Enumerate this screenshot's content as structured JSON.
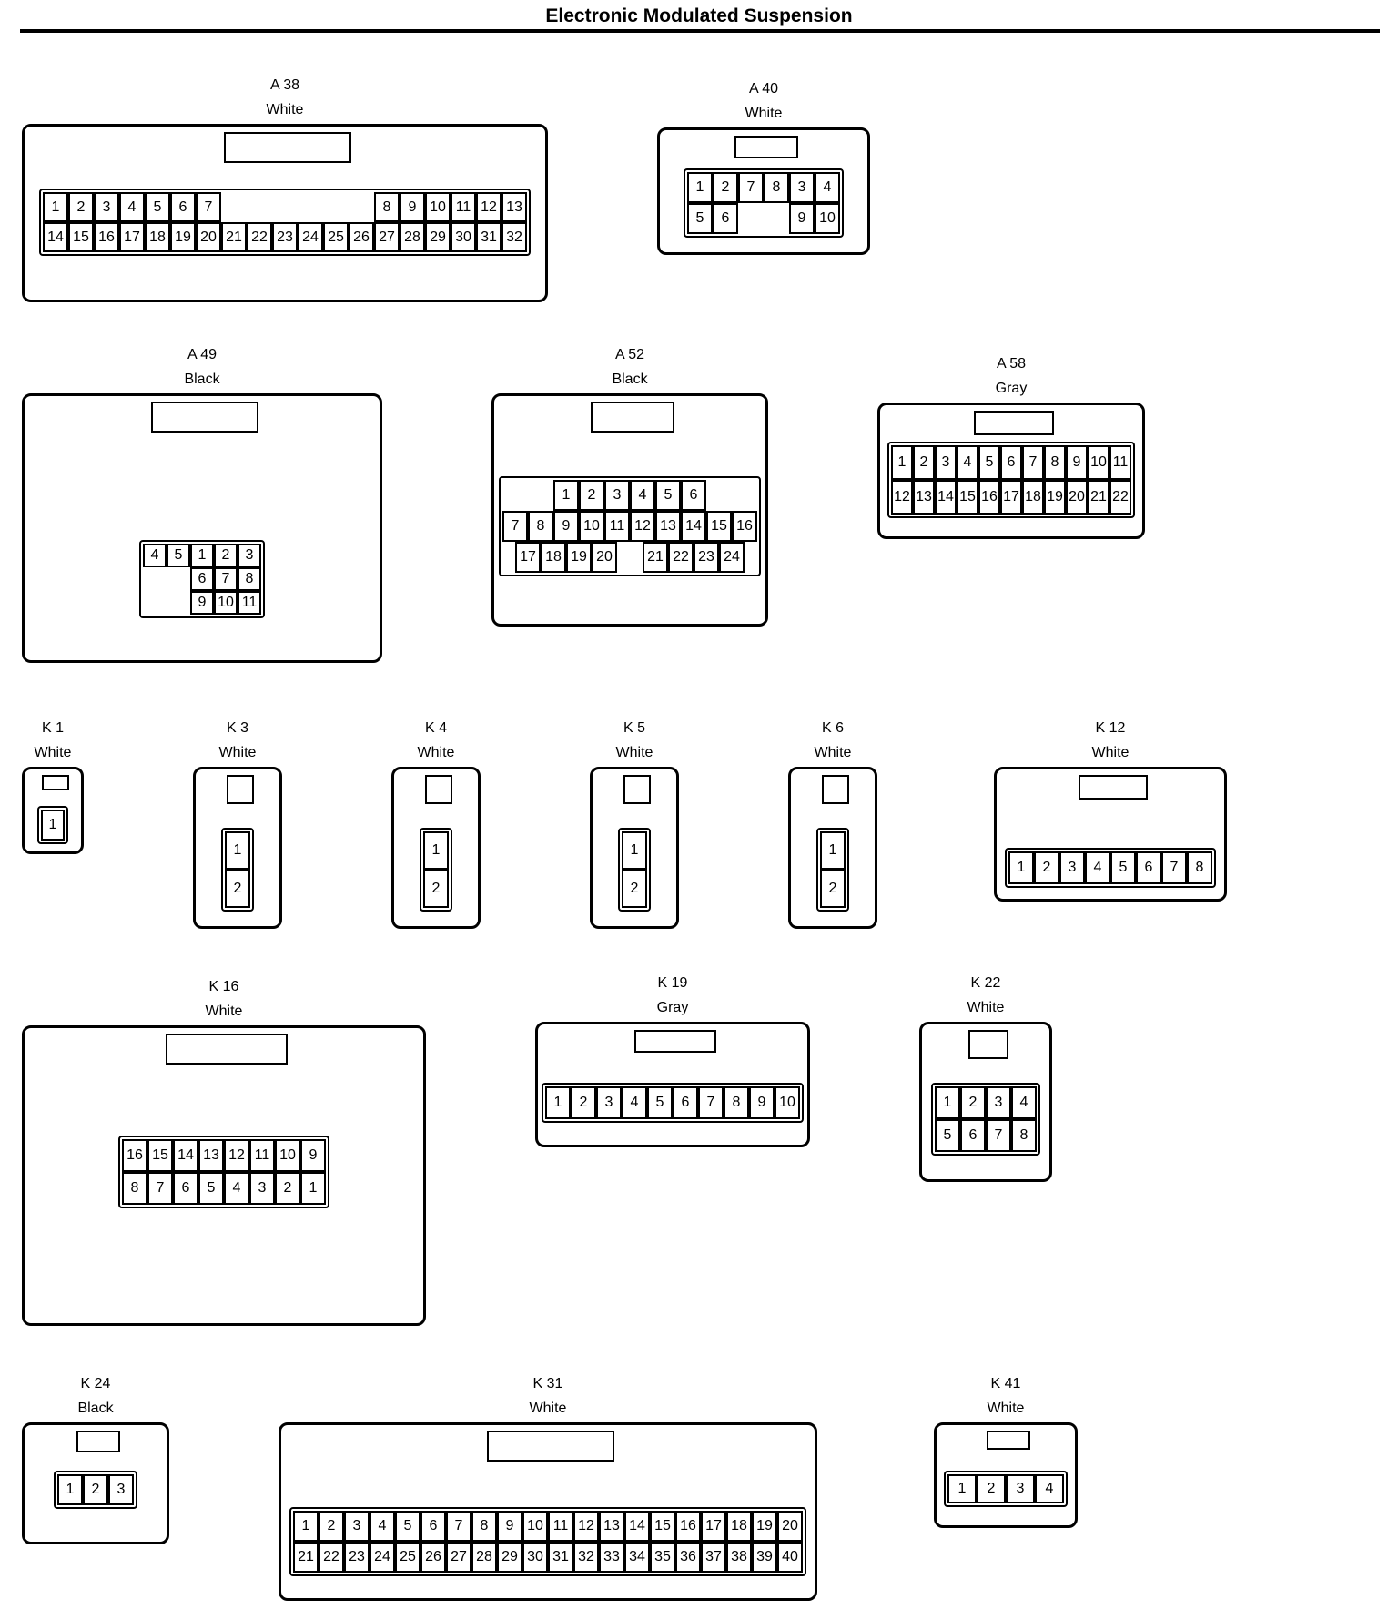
{
  "title": "Electronic Modulated Suspension",
  "connectors": [
    {
      "id": "A38",
      "label": "A 38",
      "color": "White",
      "layout": "grid",
      "rows": [
        [
          "1",
          "2",
          "3",
          "4",
          "5",
          "6",
          "7",
          "",
          "",
          "",
          "",
          "",
          "",
          "8",
          "9",
          "10",
          "11",
          "12",
          "13"
        ],
        [
          "14",
          "15",
          "16",
          "17",
          "18",
          "19",
          "20",
          "21",
          "22",
          "23",
          "24",
          "25",
          "26",
          "27",
          "28",
          "29",
          "30",
          "31",
          "32"
        ]
      ]
    },
    {
      "id": "A40",
      "label": "A 40",
      "color": "White",
      "layout": "grid",
      "rows": [
        [
          "1",
          "2",
          "7",
          "8",
          "3",
          "4"
        ],
        [
          "5",
          "6",
          "",
          "",
          "9",
          "10"
        ]
      ]
    },
    {
      "id": "A49",
      "label": "A 49",
      "color": "Black",
      "layout": "grid",
      "rows": [
        [
          "4",
          "5",
          "1",
          "2",
          "3"
        ],
        [
          "",
          "",
          "6",
          "7",
          "8"
        ],
        [
          "",
          "",
          "9",
          "10",
          "11"
        ]
      ]
    },
    {
      "id": "A52",
      "label": "A 52",
      "color": "Black",
      "layout": "grid",
      "rows": [
        [
          "1",
          "2",
          "3",
          "4",
          "5",
          "6"
        ],
        [
          "7",
          "8",
          "9",
          "10",
          "11",
          "12",
          "13",
          "14",
          "15",
          "16"
        ],
        [
          "17",
          "18",
          "19",
          "20",
          "",
          "21",
          "22",
          "23",
          "24"
        ]
      ]
    },
    {
      "id": "A58",
      "label": "A 58",
      "color": "Gray",
      "layout": "grid",
      "rows": [
        [
          "1",
          "2",
          "3",
          "4",
          "5",
          "6",
          "7",
          "8",
          "9",
          "10",
          "11"
        ],
        [
          "12",
          "13",
          "14",
          "15",
          "16",
          "17",
          "18",
          "19",
          "20",
          "21",
          "22"
        ]
      ]
    },
    {
      "id": "K1",
      "label": "K 1",
      "color": "White",
      "layout": "grid",
      "rows": [
        [
          "1"
        ]
      ]
    },
    {
      "id": "K3",
      "label": "K 3",
      "color": "White",
      "layout": "grid",
      "rows": [
        [
          "1"
        ],
        [
          "2"
        ]
      ]
    },
    {
      "id": "K4",
      "label": "K 4",
      "color": "White",
      "layout": "grid",
      "rows": [
        [
          "1"
        ],
        [
          "2"
        ]
      ]
    },
    {
      "id": "K5",
      "label": "K 5",
      "color": "White",
      "layout": "grid",
      "rows": [
        [
          "1"
        ],
        [
          "2"
        ]
      ]
    },
    {
      "id": "K6",
      "label": "K 6",
      "color": "White",
      "layout": "grid",
      "rows": [
        [
          "1"
        ],
        [
          "2"
        ]
      ]
    },
    {
      "id": "K12",
      "label": "K 12",
      "color": "White",
      "layout": "grid",
      "rows": [
        [
          "1",
          "2",
          "3",
          "4",
          "5",
          "6",
          "7",
          "8"
        ]
      ]
    },
    {
      "id": "K16",
      "label": "K 16",
      "color": "White",
      "layout": "grid",
      "rows": [
        [
          "16",
          "15",
          "14",
          "13",
          "12",
          "11",
          "10",
          "9"
        ],
        [
          "8",
          "7",
          "6",
          "5",
          "4",
          "3",
          "2",
          "1"
        ]
      ]
    },
    {
      "id": "K19",
      "label": "K 19",
      "color": "Gray",
      "layout": "grid",
      "rows": [
        [
          "1",
          "2",
          "3",
          "4",
          "5",
          "6",
          "7",
          "8",
          "9",
          "10"
        ]
      ]
    },
    {
      "id": "K22",
      "label": "K 22",
      "color": "White",
      "layout": "grid",
      "rows": [
        [
          "1",
          "2",
          "3",
          "4"
        ],
        [
          "5",
          "6",
          "7",
          "8"
        ]
      ]
    },
    {
      "id": "K24",
      "label": "K 24",
      "color": "Black",
      "layout": "grid",
      "rows": [
        [
          "1",
          "2",
          "3"
        ]
      ]
    },
    {
      "id": "K31",
      "label": "K 31",
      "color": "White",
      "layout": "grid",
      "rows": [
        [
          "1",
          "2",
          "3",
          "4",
          "5",
          "6",
          "7",
          "8",
          "9",
          "10",
          "11",
          "12",
          "13",
          "14",
          "15",
          "16",
          "17",
          "18",
          "19",
          "20"
        ],
        [
          "21",
          "22",
          "23",
          "24",
          "25",
          "26",
          "27",
          "28",
          "29",
          "30",
          "31",
          "32",
          "33",
          "34",
          "35",
          "36",
          "37",
          "38",
          "39",
          "40"
        ]
      ]
    },
    {
      "id": "K41",
      "label": "K 41",
      "color": "White",
      "layout": "grid",
      "rows": [
        [
          "1",
          "2",
          "3",
          "4"
        ]
      ]
    }
  ]
}
